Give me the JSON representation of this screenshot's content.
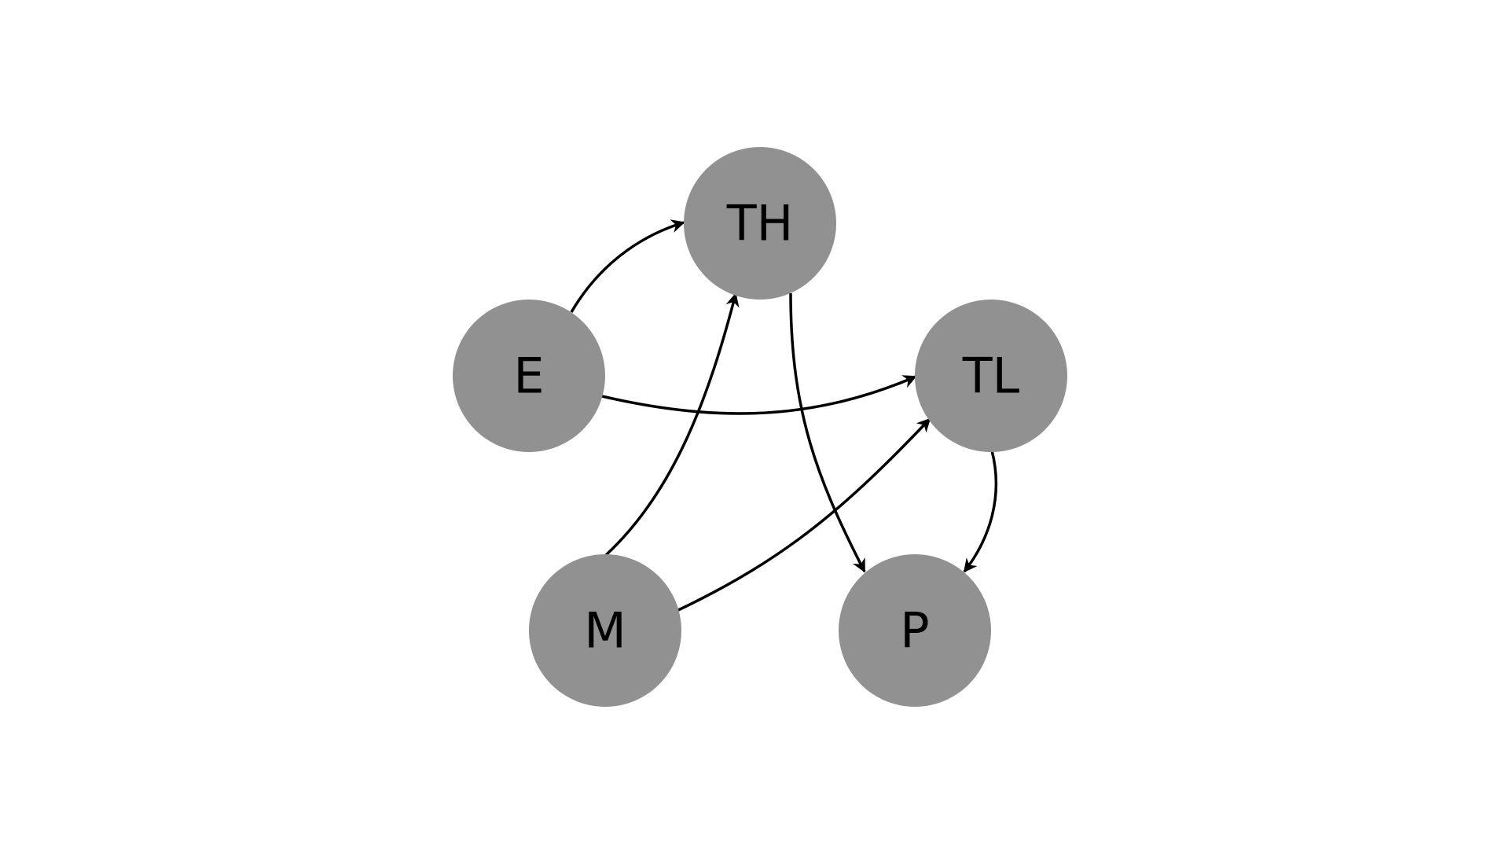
{
  "diagram": {
    "type": "directed-graph",
    "node_color": "#919191",
    "edge_color": "#000000",
    "label_color": "#000000",
    "background": "#ffffff",
    "nodes": [
      {
        "id": "TH",
        "label": "TH"
      },
      {
        "id": "E",
        "label": "E"
      },
      {
        "id": "TL",
        "label": "TL"
      },
      {
        "id": "M",
        "label": "M"
      },
      {
        "id": "P",
        "label": "P"
      }
    ],
    "edges": [
      {
        "from": "E",
        "to": "TH"
      },
      {
        "from": "E",
        "to": "TL"
      },
      {
        "from": "M",
        "to": "TH"
      },
      {
        "from": "M",
        "to": "TL"
      },
      {
        "from": "TH",
        "to": "P"
      },
      {
        "from": "TL",
        "to": "P"
      }
    ]
  }
}
